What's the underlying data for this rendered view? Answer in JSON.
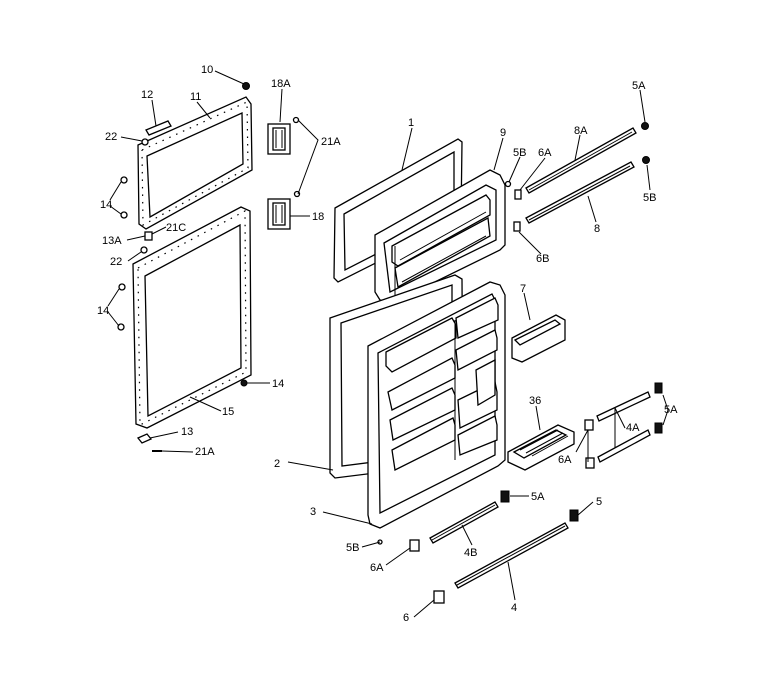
{
  "diagram": {
    "labels": {
      "l10": "10",
      "l12": "12",
      "l11": "11",
      "l22a": "22",
      "l14a": "14",
      "l13A": "13A",
      "l21C": "21C",
      "l22b": "22",
      "l14b": "14",
      "l14c": "14",
      "l15": "15",
      "l13": "13",
      "l21Aa": "21A",
      "l18A": "18A",
      "l21Ab": "21A",
      "l18": "18",
      "l1": "1",
      "l9": "9",
      "l5B_top": "5B",
      "l6A_top": "6A",
      "l8A": "8A",
      "l5A_top": "5A",
      "l5B_right": "5B",
      "l8": "8",
      "l6B": "6B",
      "l7": "7",
      "l2": "2",
      "l36": "36",
      "l5A_r": "5A",
      "l4A": "4A",
      "l6A_r": "6A",
      "l5A_mid": "5A",
      "l5": "5",
      "l3": "3",
      "l5B_low": "5B",
      "l4B": "4B",
      "l6A_low": "6A",
      "l6": "6",
      "l4": "4"
    }
  }
}
